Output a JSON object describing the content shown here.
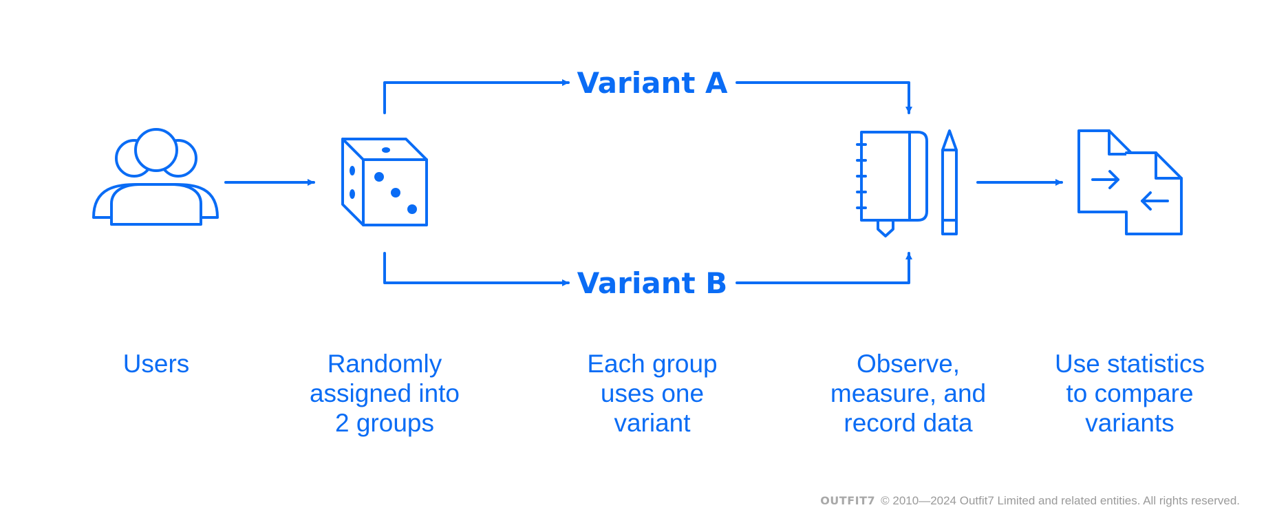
{
  "colors": {
    "accent": "#0A6CF5",
    "footer_text": "#9A9A9A"
  },
  "variants": {
    "a_label": "Variant A",
    "b_label": "Variant B"
  },
  "steps": [
    {
      "icon": "users-icon",
      "caption_lines": [
        "Users"
      ]
    },
    {
      "icon": "dice-icon",
      "caption_lines": [
        "Randomly",
        "assigned into",
        "2 groups"
      ]
    },
    {
      "icon": "",
      "caption_lines": [
        "Each group",
        "uses one",
        "variant"
      ]
    },
    {
      "icon": "notebook-pencil-icon",
      "caption_lines": [
        "Observe,",
        "measure, and",
        "record data"
      ]
    },
    {
      "icon": "compare-documents-icon",
      "caption_lines": [
        "Use statistics",
        "to compare",
        "variants"
      ]
    }
  ],
  "footer": {
    "logo": "OUTFIT7",
    "text": "© 2010—2024 Outfit7 Limited and related entities. All rights reserved."
  }
}
